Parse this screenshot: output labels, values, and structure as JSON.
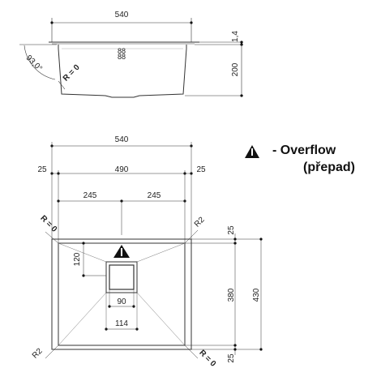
{
  "side_view": {
    "width_label": "540",
    "thickness_label": "1,4",
    "depth_label": "200",
    "angle_label": "93,0°",
    "radius_label": "R = 0",
    "drain_label": "88\n88"
  },
  "top_view": {
    "total_width_label": "540",
    "left_margin_label": "25",
    "inner_width_label": "490",
    "right_margin_label": "25",
    "half_left_label": "245",
    "half_right_label": "245",
    "top_margin_label": "25",
    "inner_height_label": "380",
    "total_height_label": "430",
    "bottom_margin_label": "25",
    "overflow_offset_label": "120",
    "drain_inner_label": "90",
    "drain_outer_label": "114",
    "radius_tl_label": "R = 0",
    "radius_tr_label": "R2",
    "radius_bl_label": "R2",
    "radius_br_label": "R = 0"
  },
  "legend": {
    "title": "- Overflow",
    "subtitle": "(přepad)",
    "icon": "warning-triangle-icon"
  }
}
